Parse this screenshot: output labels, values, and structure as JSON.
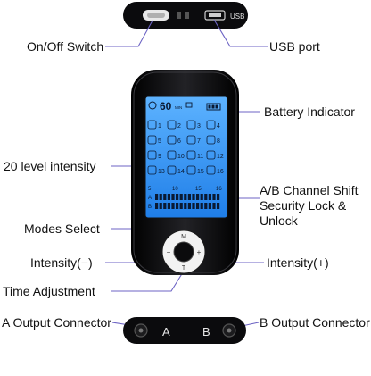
{
  "callouts": {
    "on_off_switch": "On/Off Switch",
    "usb_port": "USB port",
    "battery_indicator": "Battery Indicator",
    "level_intensity": "20 level intensity",
    "ab_channel_1": "A/B Channel Shift",
    "ab_channel_2": "Security Lock &",
    "ab_channel_3": "Unlock",
    "modes_select": "Modes Select",
    "intensity_minus": "Intensity(−)",
    "intensity_plus": "Intensity(+)",
    "time_adjustment": "Time Adjustment",
    "a_output": "A Output Connector",
    "b_output": "B Output Connector"
  },
  "device": {
    "usb_text": "USB",
    "timer_value": "60",
    "timer_unit": "MIN",
    "channel_a": "A",
    "channel_b": "B",
    "button_mode": "M",
    "button_minus": "−",
    "button_plus": "+",
    "button_time": "T",
    "level_numbers": [
      "5",
      "10",
      "15",
      "16"
    ],
    "mode_numbers": [
      "1",
      "2",
      "3",
      "4",
      "5",
      "6",
      "7",
      "8",
      "9",
      "10",
      "11",
      "12",
      "13",
      "14",
      "15",
      "16"
    ],
    "connector_a": "A",
    "connector_b": "B"
  },
  "colors": {
    "device_body": "#0b0b0d",
    "screen": "#2c8ff0",
    "leader_line": "#6c63c4"
  }
}
